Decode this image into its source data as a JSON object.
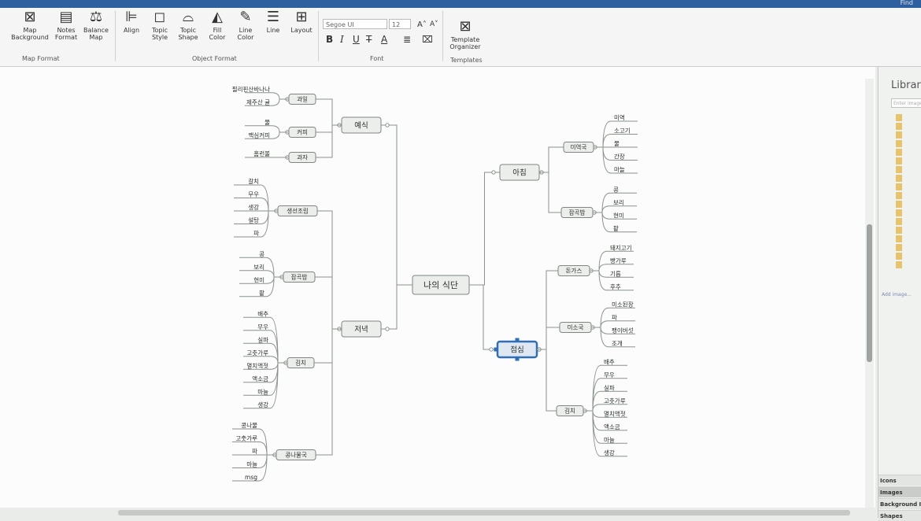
{
  "titlebar": {
    "find": "Find"
  },
  "ribbon": {
    "buttons": [
      {
        "label": "Map Background",
        "icon": "map-background-icon"
      },
      {
        "label": "Notes Format",
        "icon": "notes-format-icon"
      },
      {
        "label": "Balance Map",
        "icon": "balance-map-icon"
      },
      {
        "label": "Align",
        "icon": "align-icon"
      },
      {
        "label": "Topic Style",
        "icon": "topic-style-icon"
      },
      {
        "label": "Topic Shape",
        "icon": "topic-shape-icon"
      },
      {
        "label": "Fill Color",
        "icon": "fill-color-icon"
      },
      {
        "label": "Line Color",
        "icon": "line-color-icon"
      },
      {
        "label": "Line",
        "icon": "line-icon"
      },
      {
        "label": "Layout",
        "icon": "layout-icon"
      },
      {
        "label": "Template Organizer",
        "icon": "template-organizer-icon"
      }
    ],
    "groups": [
      "Map Format",
      "Object Format",
      "Font",
      "Templates"
    ],
    "font": {
      "family": "Segoe UI",
      "size": "12"
    }
  },
  "mindmap": {
    "central": "나의 식단",
    "left": [
      {
        "label": "예식",
        "children": [
          {
            "label": "과일",
            "leaves": [
              "필리핀산바나나",
              "제주산 귤"
            ]
          },
          {
            "label": "커피",
            "leaves": [
              "물",
              "맥심커피"
            ]
          },
          {
            "label": "과자",
            "leaves": [
              "홈런볼"
            ]
          }
        ]
      },
      {
        "label": "저녁",
        "children": [
          {
            "label": "생선조림",
            "leaves": [
              "갈치",
              "무우",
              "생강",
              "설탕",
              "파"
            ]
          },
          {
            "label": "잡곡밥",
            "leaves": [
              "콩",
              "보리",
              "현미",
              "팥"
            ]
          },
          {
            "label": "김치",
            "leaves": [
              "배추",
              "무우",
              "실파",
              "고춧가루",
              "멸치액젓",
              "액소금",
              "마늘",
              "생강"
            ]
          },
          {
            "label": "콩나물국",
            "leaves": [
              "콩나물",
              "고춧가루",
              "파",
              "마늘",
              "msg"
            ]
          }
        ]
      }
    ],
    "right": [
      {
        "label": "아침",
        "children": [
          {
            "label": "미역국",
            "leaves": [
              "미역",
              "소고기",
              "물",
              "간장",
              "마늘"
            ]
          },
          {
            "label": "잡곡밥",
            "leaves": [
              "콩",
              "보리",
              "현미",
              "팥"
            ]
          }
        ]
      },
      {
        "label": "점심",
        "selected": true,
        "children": [
          {
            "label": "돈가스",
            "leaves": [
              "돼지고기",
              "빵가루",
              "기름",
              "후추"
            ]
          },
          {
            "label": "미소국",
            "leaves": [
              "미소된장",
              "파",
              "팽이버섯",
              "조개"
            ]
          },
          {
            "label": "김치",
            "leaves": [
              "배추",
              "무우",
              "실파",
              "고춧가루",
              "멸치액젓",
              "액소금",
              "마늘",
              "생강"
            ]
          }
        ]
      }
    ]
  },
  "library": {
    "title": "Library",
    "search_placeholder": "Enter image",
    "add_image": "Add image...",
    "tabs": [
      "Icons",
      "Images",
      "Background Images",
      "Shapes"
    ]
  }
}
